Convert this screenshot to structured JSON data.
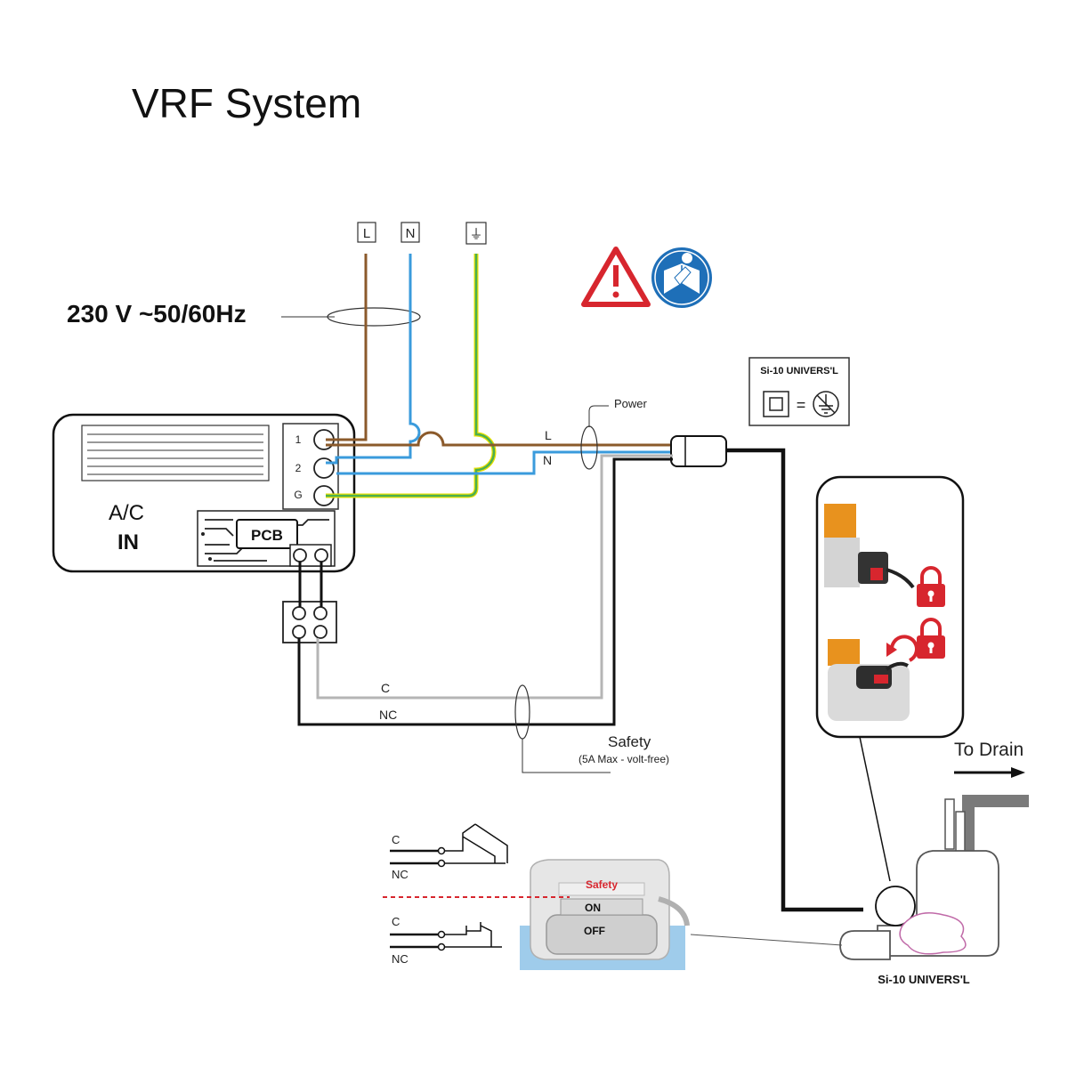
{
  "title": "VRF System",
  "supply": {
    "voltage": "230 V ~50/60Hz",
    "terminals": [
      "L",
      "N",
      "⏚"
    ]
  },
  "indoor_unit": {
    "label_top": "A/C",
    "label_bottom": "IN",
    "pcb_label": "PCB",
    "terminal_labels": [
      "1",
      "2",
      "G"
    ]
  },
  "power_cable": {
    "label": "Power",
    "wire_l": "L",
    "wire_n": "N"
  },
  "safety_cable": {
    "wire_c": "C",
    "wire_nc": "NC",
    "label": "Safety",
    "sublabel": "(5A Max - volt-free)"
  },
  "product_box": {
    "brand": "Si-10 UNIVERS'L",
    "symbol_equals": "="
  },
  "drain": {
    "label": "To Drain"
  },
  "float_detail": {
    "safety_label": "Safety",
    "on_label": "ON",
    "off_label": "OFF",
    "switch_top": {
      "c": "C",
      "nc": "NC"
    },
    "switch_bottom": {
      "c": "C",
      "nc": "NC"
    }
  },
  "pump_brand": "Si-10 UNIVERS'L",
  "colors": {
    "live": "#8B5A2B",
    "neutral": "#3A9BDC",
    "earth_green": "#4CAF50",
    "earth_yellow": "#E8E000",
    "warning_red": "#D7262E",
    "info_blue": "#1E6FB8",
    "lock_red": "#D7262E",
    "pump_orange": "#E8921E",
    "water_blue": "#8EC3E8"
  }
}
